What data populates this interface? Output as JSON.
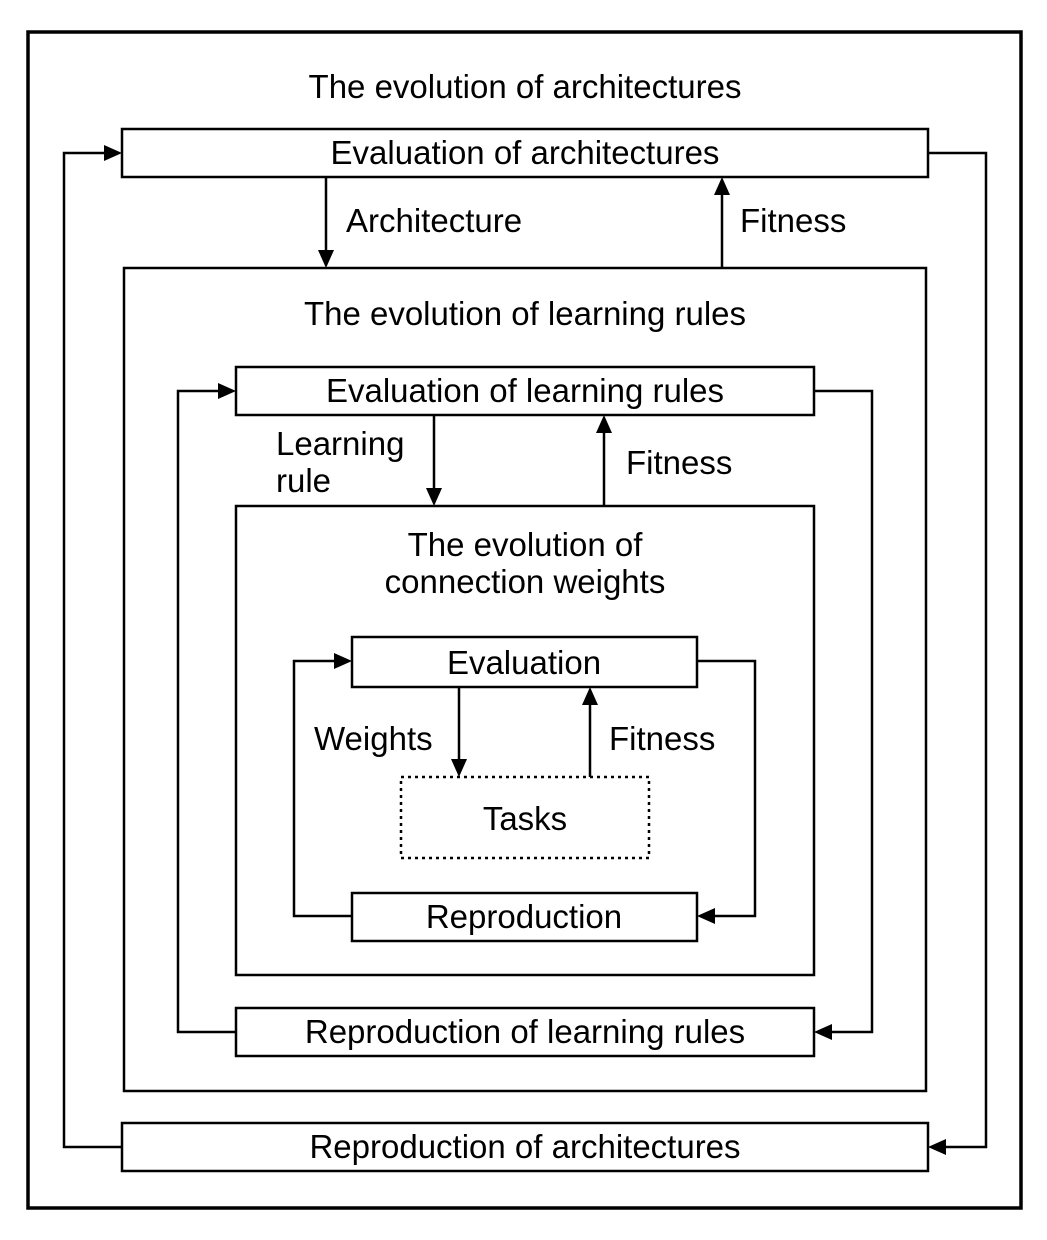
{
  "outer": {
    "title": "The evolution of architectures",
    "evaluation": "Evaluation of architectures",
    "reproduction": "Reproduction of architectures",
    "down_label": "Architecture",
    "up_label": "Fitness"
  },
  "middle": {
    "title": "The evolution of learning rules",
    "evaluation": "Evaluation of learning rules",
    "reproduction": "Reproduction of learning rules",
    "down_label_line1": "Learning",
    "down_label_line2": "rule",
    "up_label": "Fitness"
  },
  "inner": {
    "title_line1": "The evolution of",
    "title_line2": "connection weights",
    "evaluation": "Evaluation",
    "reproduction": "Reproduction",
    "down_label": "Weights",
    "up_label": "Fitness",
    "tasks": "Tasks"
  }
}
